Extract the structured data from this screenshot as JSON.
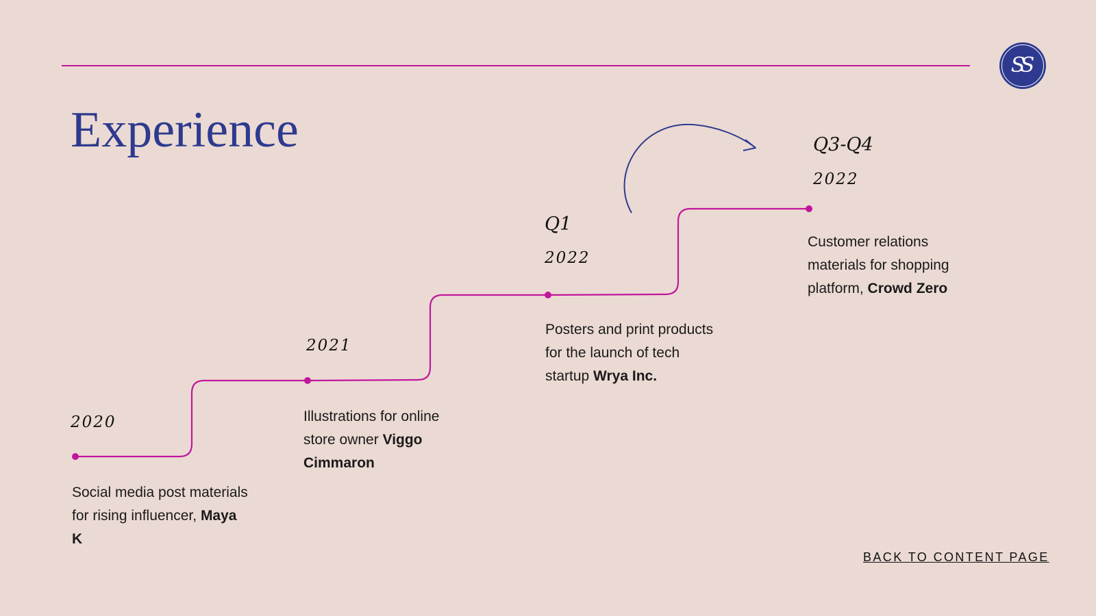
{
  "header": {
    "title": "Experience",
    "logo_text": "SS",
    "accent_color": "#c1169c",
    "title_color": "#2e3a8f",
    "logo_color": "#2e3a8f",
    "background_color": "#ebdad3"
  },
  "timeline": {
    "milestones": [
      {
        "year": "2020",
        "quarter": "",
        "desc_lead": "Social media post materials for rising influencer, ",
        "desc_strong": "Maya K"
      },
      {
        "year": "2021",
        "quarter": "",
        "desc_lead": "Illustrations for online store owner ",
        "desc_strong": "Viggo Cimmaron"
      },
      {
        "year": "2022",
        "quarter": "Q1",
        "desc_lead": "Posters and print products for the launch of tech startup ",
        "desc_strong": "Wrya Inc."
      },
      {
        "year": "2022",
        "quarter": "Q3-Q4",
        "desc_lead": "Customer relations materials for shopping platform, ",
        "desc_strong": "Crowd Zero"
      }
    ],
    "arrow_icon": "curved-arrow-icon"
  },
  "footer": {
    "back_label": "BACK TO CONTENT PAGE"
  }
}
